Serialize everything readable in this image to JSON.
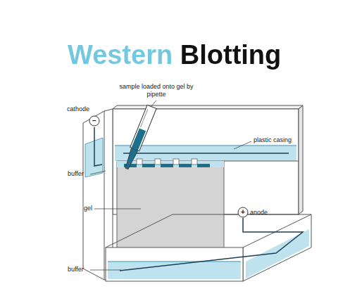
{
  "diagram": {
    "title": "Western Blotting",
    "labels": [
      "sample loaded onto gel by pipette",
      "cathode",
      "−",
      "plastic casing",
      "buffer",
      "gel",
      "+",
      "anode",
      "buffer"
    ]
  }
}
